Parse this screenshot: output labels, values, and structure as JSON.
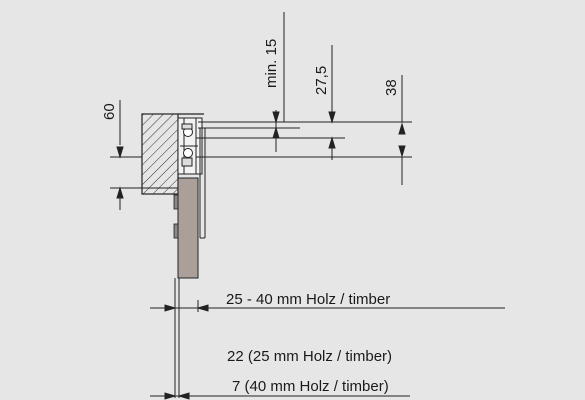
{
  "drawing": {
    "dimensions": {
      "top_clearance": "min. 15",
      "track_offset": "27,5",
      "track_height": "38",
      "mount_height": "60"
    },
    "notes": {
      "panel_thickness_range": "25 - 40 mm Holz / timber",
      "gap_25mm": "22 (25 mm Holz / timber)",
      "gap_40mm": "7 (40 mm Holz / timber)"
    },
    "colors": {
      "background": "#e6e6e6",
      "panel_fill": "#ab9f99",
      "line": "#111111"
    }
  }
}
